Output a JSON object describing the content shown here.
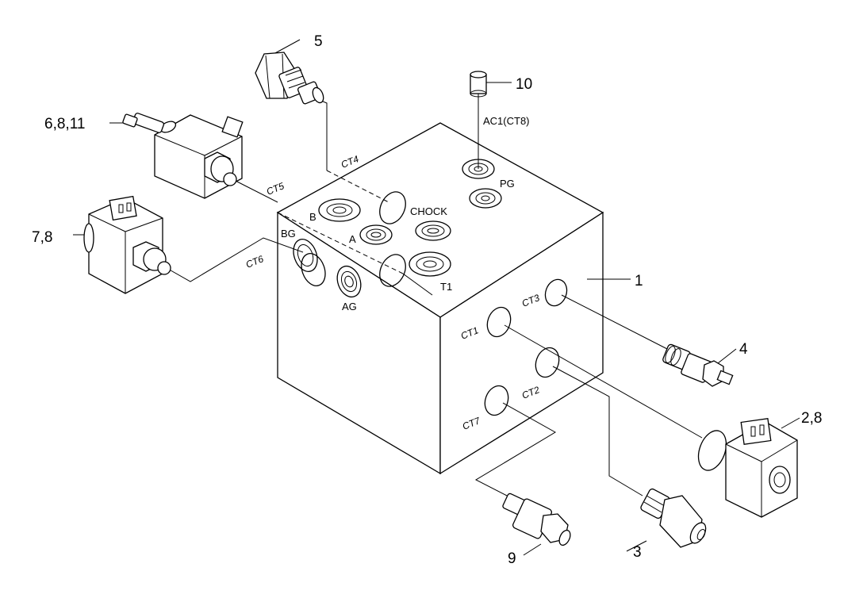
{
  "diagram": {
    "parts": {
      "p1": "1",
      "p2": "2,8",
      "p3": "3",
      "p4": "4",
      "p5": "5",
      "p6": "6,8,11",
      "p7": "7,8",
      "p9": "9",
      "p10": "10"
    },
    "ports": {
      "b": "B",
      "a": "A",
      "chock": "CHOCK",
      "t1": "T1",
      "pg": "PG",
      "bg": "BG",
      "ag": "AG",
      "ac1": "AC1(CT8)"
    },
    "cavities": {
      "ct1": "CT1",
      "ct2": "CT2",
      "ct3": "CT3",
      "ct4": "CT4",
      "ct5": "CT5",
      "ct6": "CT6",
      "ct7": "CT7"
    }
  }
}
